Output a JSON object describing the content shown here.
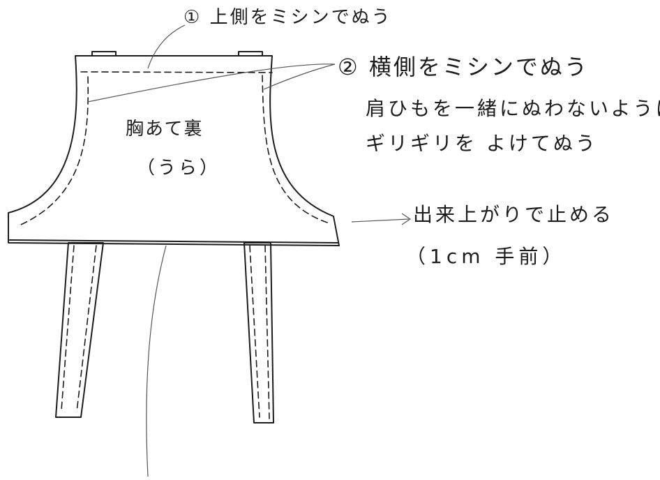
{
  "annotations": {
    "step1": "① 上側をミシンでぬう",
    "step2": "② 横側をミシンでぬう",
    "step2_note_line1": "肩ひもを一緒にぬわないように",
    "step2_note_line2": "ギリギリを よけてぬう",
    "stop_line1": "出来上がりで止める",
    "stop_line2": "（1cm 手前）"
  },
  "part": {
    "name": "胸あて裏",
    "side": "（うら）"
  },
  "colors": {
    "ink": "#1c1c1c",
    "paper": "#ffffff"
  }
}
